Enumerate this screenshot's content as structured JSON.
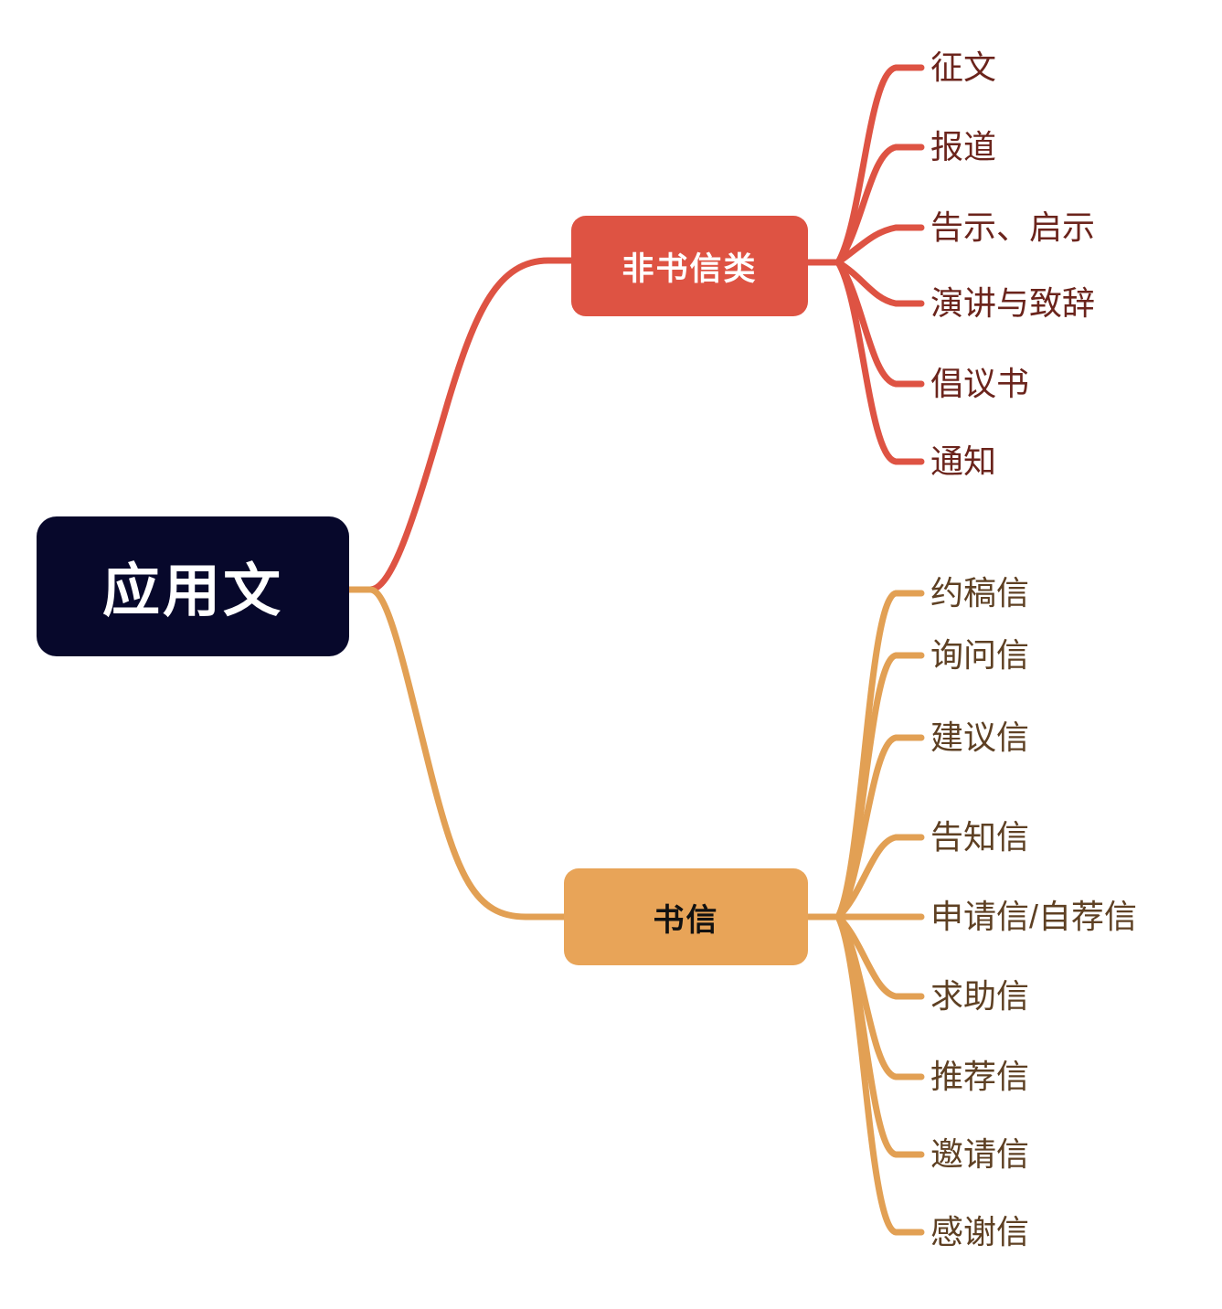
{
  "diagram": {
    "type": "mind-map",
    "background_color": "#ffffff",
    "root": {
      "label": "应用文",
      "fill": "#07082b",
      "text_color": "#ffffff"
    },
    "branches": [
      {
        "id": "non-letter",
        "label": "非书信类",
        "fill": "#de5343",
        "text_color": "#ffffff",
        "edge_color": "#de5343",
        "leaf_text_color": "#6b241c",
        "leaves": [
          {
            "label": "征文"
          },
          {
            "label": "报道"
          },
          {
            "label": "告示、启示"
          },
          {
            "label": "演讲与致辞"
          },
          {
            "label": "倡议书"
          },
          {
            "label": "通知"
          }
        ]
      },
      {
        "id": "letter",
        "label": "书信",
        "fill": "#e8a458",
        "text_color": "#111111",
        "edge_color": "#e2a054",
        "leaf_text_color": "#5e4023",
        "leaves": [
          {
            "label": "约稿信"
          },
          {
            "label": "询问信"
          },
          {
            "label": "建议信"
          },
          {
            "label": "告知信"
          },
          {
            "label": "申请信/自荐信"
          },
          {
            "label": "求助信"
          },
          {
            "label": "推荐信"
          },
          {
            "label": "邀请信"
          },
          {
            "label": "感谢信"
          }
        ]
      }
    ]
  }
}
